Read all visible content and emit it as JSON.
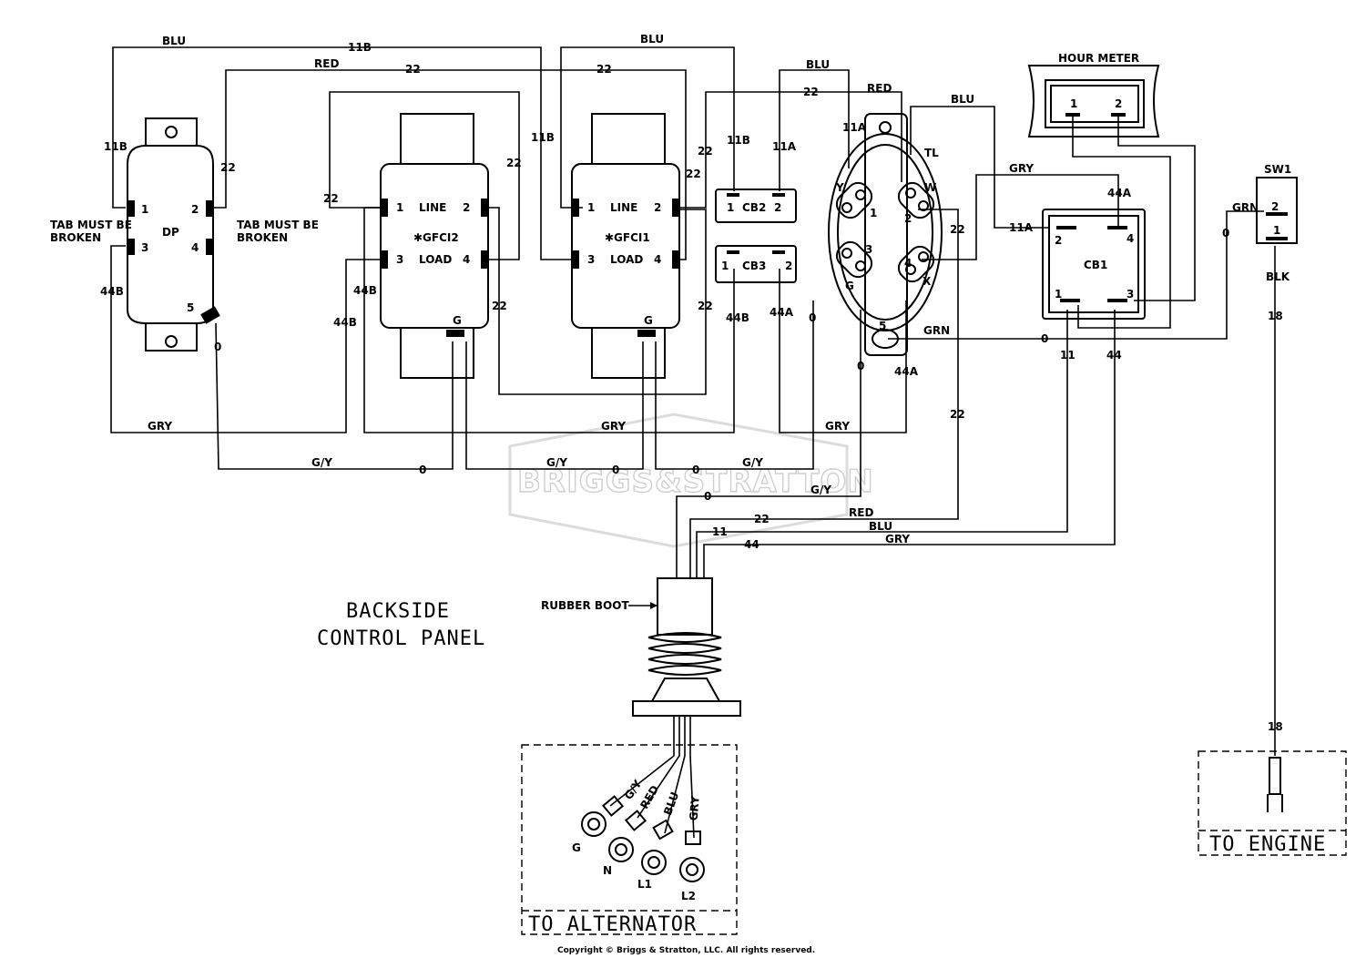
{
  "labels": {
    "blu": "BLU",
    "red": "RED",
    "gry": "GRY",
    "grn": "GRN",
    "gy": "G/Y",
    "blk": "BLK",
    "w11b": "11B",
    "w22": "22",
    "w11a": "11A",
    "w44a": "44A",
    "w44b": "44B",
    "w0": "0",
    "w11": "11",
    "w44": "44",
    "w18": "18",
    "t1": "1",
    "t2": "2",
    "t3": "3",
    "t4": "4",
    "t5": "5",
    "tG": "G"
  },
  "components": {
    "dp": {
      "name": "DP",
      "tab_left_1": "TAB MUST BE",
      "tab_left_2": "BROKEN",
      "tab_right_1": "TAB MUST BE",
      "tab_right_2": "BROKEN"
    },
    "gfci2": {
      "name": "✱GFCI2",
      "line": "LINE",
      "load": "LOAD"
    },
    "gfci1": {
      "name": "✱GFCI1",
      "line": "LINE",
      "load": "LOAD"
    },
    "cb2": {
      "name": "CB2"
    },
    "cb3": {
      "name": "CB3"
    },
    "tl": {
      "name": "TL",
      "pins": {
        "y": "Y",
        "w": "W",
        "g": "G",
        "x": "X"
      }
    },
    "hour_meter": {
      "name": "HOUR METER"
    },
    "cb1": {
      "name": "CB1"
    },
    "sw1": {
      "name": "SW1"
    },
    "boot": {
      "name": "RUBBER BOOT"
    },
    "alternator": {
      "title": "TO ALTERNATOR",
      "leads": [
        "G/Y",
        "RED",
        "BLU",
        "GRY"
      ],
      "terms": [
        "G",
        "N",
        "L1",
        "L2"
      ]
    },
    "engine": {
      "title": "TO ENGINE"
    }
  },
  "title": {
    "line1": "BACKSIDE",
    "line2": "CONTROL PANEL"
  },
  "watermark": "BRIGGS&STRATTON",
  "copyright": "Copyright © Briggs & Stratton, LLC. All rights reserved."
}
